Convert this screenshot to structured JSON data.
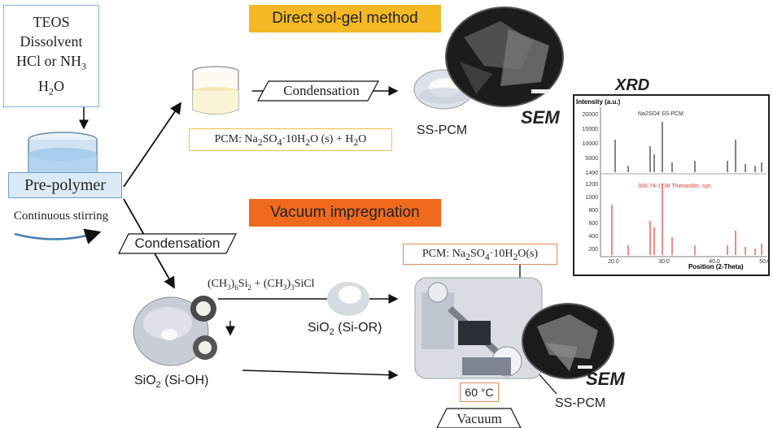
{
  "inputs": {
    "line1": "TEOS",
    "line2": "Dissolvent",
    "line3_main": "HCl or NH",
    "line3_sub": "3",
    "line4_main": "H",
    "line4_sub": "2",
    "line4_end": "O"
  },
  "pre_polymer": "Pre-polymer",
  "stirring": "Continuous stirring",
  "condensation_left": "Condensation",
  "direct": {
    "title": "Direct sol-gel method",
    "condensation": "Condensation",
    "pcm_a": "PCM: Na",
    "pcm_b": "2",
    "pcm_c": "SO",
    "pcm_d": "4",
    "pcm_e": "·10H",
    "pcm_f": "2",
    "pcm_g": "O (s) + H",
    "pcm_h": "2",
    "pcm_i": "O",
    "sspcm": "SS-PCM",
    "sem": "SEM"
  },
  "vacuum": {
    "title": "Vacuum impregnation",
    "reagent_a": "(CH",
    "reagent_b": "3",
    "reagent_c": ")",
    "reagent_d": "6",
    "reagent_e": "Si",
    "reagent_f": "2",
    "reagent_g": " + (CH",
    "reagent_h": "3",
    "reagent_i": ")",
    "reagent_j": "3",
    "reagent_k": "SiCl",
    "sior_a": "SiO",
    "sior_b": "2",
    "sior_c": " (Si-OR)",
    "sioh_a": "SiO",
    "sioh_b": "2",
    "sioh_c": " (Si-OH)",
    "pcm_a": "PCM: Na",
    "pcm_b": "2",
    "pcm_c": "SO",
    "pcm_d": "4",
    "pcm_e": "·10H",
    "pcm_f": "2",
    "pcm_g": "O(s)",
    "temp": "60 °C",
    "vacuum_label": "Vacuum",
    "sspcm": "SS-PCM",
    "sem": "SEM"
  },
  "xrd": {
    "title": "XRD",
    "ylabel": "Intensity (a.u.)",
    "xlabel": "Position (2-Theta)",
    "legend_top": "Na2SO4 SS-PCM",
    "legend_bottom": "300-74-1738 Thenardite, syn",
    "top_ticks": [
      "20000",
      "15000",
      "10000",
      "5000",
      "1400"
    ],
    "bottom_ticks": [
      "1200",
      "1000",
      "800",
      "600",
      "400",
      "200"
    ],
    "x_ticks": [
      "20.0",
      "30.0",
      "40.0",
      "50.0"
    ],
    "top_color": "#333333",
    "bottom_color": "#e0403a"
  },
  "colors": {
    "direct_title_bg": "#f5b825",
    "vacuum_title_bg": "#f06a1d",
    "inputs_border": "#7fb7d4",
    "pcm_border": "#f2c14e",
    "vacuum_pcm_border": "#e08a5a"
  }
}
